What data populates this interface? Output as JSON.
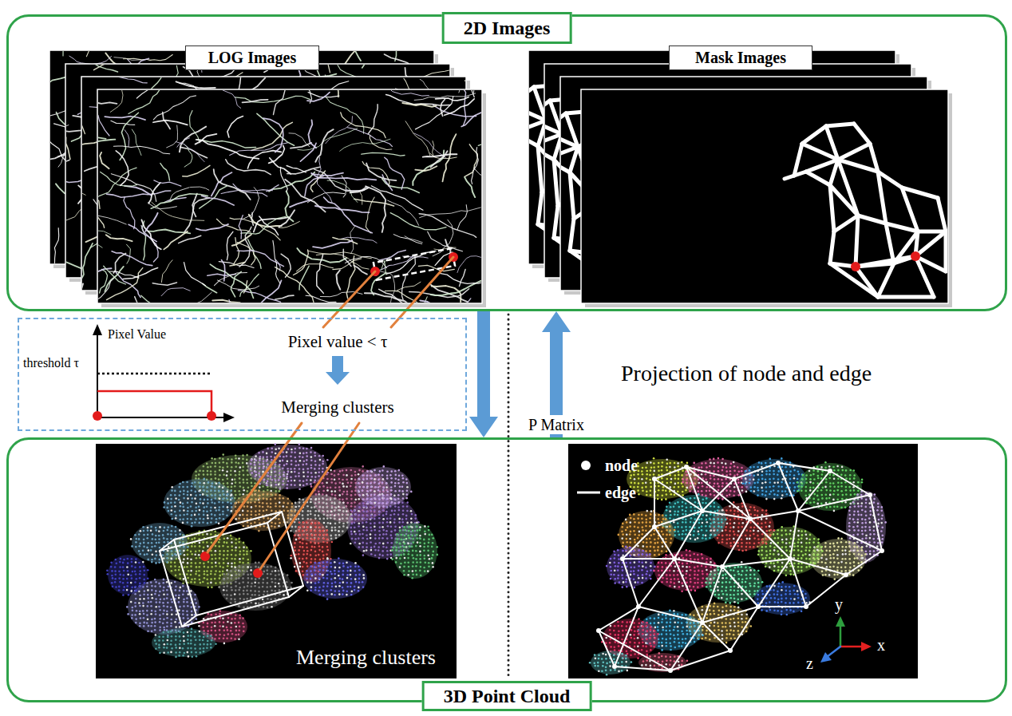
{
  "diagram": {
    "nodes": [
      {
        "text": [
          "2D Images"
        ]
      },
      {
        "text": [
          "LOG Images"
        ],
        "in": 0
      },
      {
        "text": [
          "Mask Images"
        ],
        "in": 0
      },
      {
        "text": [
          "Pixel value < τ",
          "Merging clusters"
        ]
      },
      {
        "text": [
          "3D Point Cloud"
        ]
      },
      {
        "text": [
          "Merging clusters"
        ],
        "in": 4
      }
    ],
    "edges": [
      {
        "from": 0,
        "to": 4,
        "arrow": "to"
      },
      {
        "from": 4,
        "to": 0,
        "arrow": "to",
        "label": "P Matrix"
      }
    ],
    "labels": [
      "Pixel Value",
      "threshold τ",
      "Projection of node and edge",
      "y",
      "x",
      "z"
    ],
    "legend": [
      {
        "text": "node"
      },
      {
        "text": "edge"
      }
    ]
  }
}
